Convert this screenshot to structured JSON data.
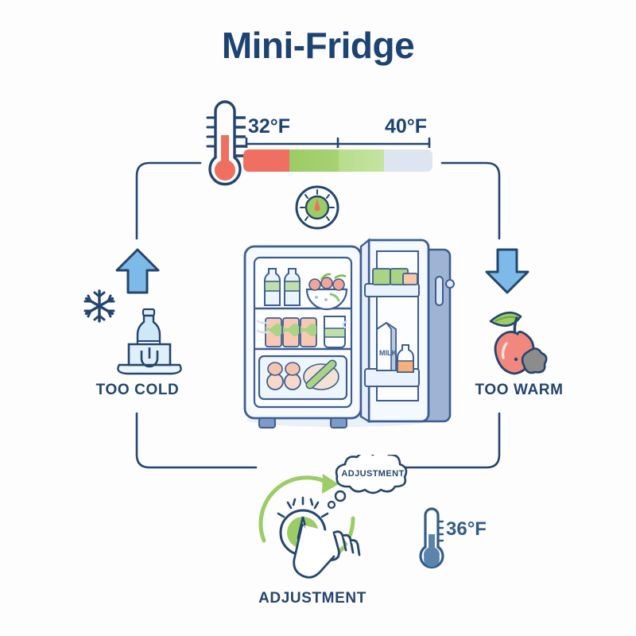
{
  "page": {
    "title": "Mini-Fridge",
    "background_color": "#fdfdfd",
    "ink_color": "#1d4372"
  },
  "temperature_scale": {
    "low_label": "32°F",
    "high_label": "40°F",
    "thermometer_icon": "thermometer-icon",
    "dial_icon": "dial-gauge-icon",
    "bands": [
      {
        "name": "too-cold-band",
        "color": "#ef6f61",
        "width_pct": 24
      },
      {
        "name": "ideal-band",
        "color": "#9ccc65",
        "width_pct": 26
      },
      {
        "name": "acceptable-band",
        "color": "#b7dd8c",
        "width_pct": 24
      },
      {
        "name": "too-warm-band",
        "color": "#dde6f0",
        "width_pct": 26
      }
    ]
  },
  "nodes": {
    "too_cold": {
      "label": "TOO COLD",
      "arrow_icon": "arrow-up-icon",
      "arrow_color": "#7ebae8",
      "snowflake_icon": "snowflake-icon",
      "frozen_bottle_icon": "frozen-bottle-in-ice-icon"
    },
    "too_warm": {
      "label": "TOO WARM",
      "arrow_icon": "arrow-down-icon",
      "arrow_color": "#7ebae8",
      "spoiled_apple_icon": "spoiled-apple-icon"
    },
    "adjustment": {
      "label": "ADJUSTMENT",
      "bubble_text": "ADJUSTMENT",
      "dial_icon": "adjustment-dial-icon",
      "hand_icon": "hand-pointer-icon",
      "rotation_arrow_icon": "circular-arrow-icon",
      "accent_color": "#9ccc65"
    }
  },
  "target": {
    "thermometer_icon": "thermometer-icon",
    "temperature": "36°F"
  },
  "fridge": {
    "name": "mini-fridge-illustration",
    "door_state": "open",
    "milk_carton_label": "MILK",
    "shelves": [
      {
        "name": "top-shelf",
        "items": [
          "bottle",
          "bottle",
          "salad-bowl"
        ]
      },
      {
        "name": "middle-shelf",
        "items": [
          "can",
          "can",
          "can",
          "jar"
        ]
      },
      {
        "name": "bottom-drawer",
        "items": [
          "eggs",
          "cucumber"
        ]
      }
    ],
    "door_shelves": [
      {
        "name": "door-top-shelf",
        "items": [
          "butter-pack",
          "butter-pack",
          "small-box"
        ]
      },
      {
        "name": "door-bottom-shelf",
        "items": [
          "milk-carton",
          "juice-bottle"
        ]
      }
    ]
  }
}
